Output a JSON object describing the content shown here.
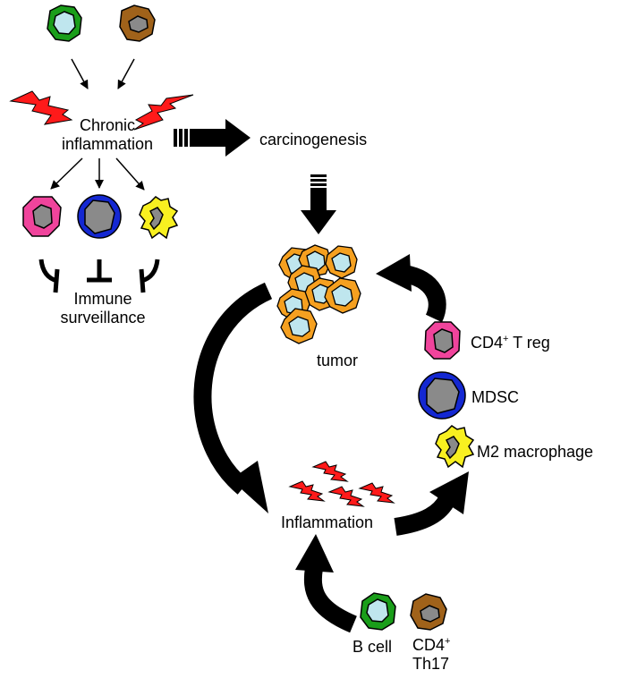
{
  "labels": {
    "chronic_line1": "Chronic",
    "chronic_line2": "inflammation",
    "carcinogenesis": "carcinogenesis",
    "immune_line1": "Immune",
    "immune_line2": "surveillance",
    "tumor": "tumor",
    "treg_prefix": "CD4",
    "treg_sup": "+",
    "treg_suffix": " T reg",
    "mdsc": "MDSC",
    "m2": "M2 macrophage",
    "inflammation": "Inflammation",
    "bcell": "B cell",
    "th17_prefix": "CD4",
    "th17_sup": "+",
    "th17_line2": "Th17"
  },
  "colors": {
    "bcell_ring": "#1a9e1a",
    "th17_ring": "#a0621a",
    "treg_ring": "#f0449c",
    "mdsc_ring": "#1428d2",
    "macrophage": "#f8f020",
    "tumor_ring": "#f5a020",
    "nucleus_light": "#bfe6ee",
    "nucleus_gray": "#8a8a8a",
    "bolt": "#ff1a1a"
  }
}
